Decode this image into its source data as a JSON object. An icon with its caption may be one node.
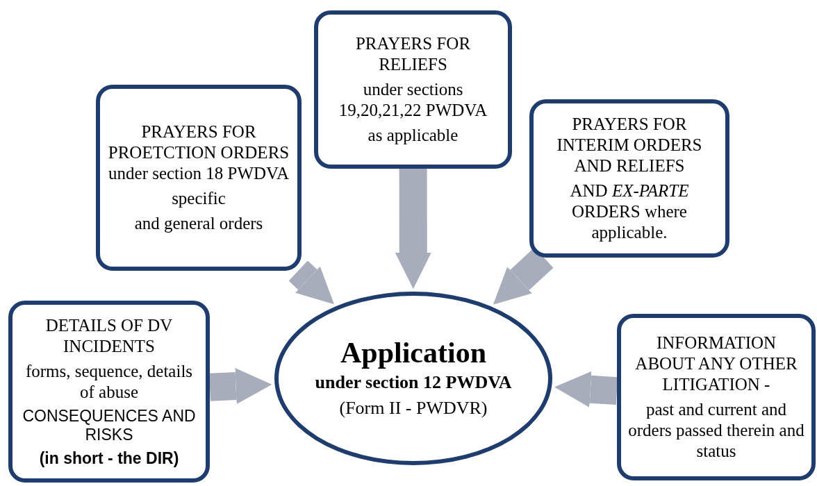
{
  "diagram": {
    "nodes": [
      {
        "text": [
          "PRAYERS FOR RELIEFS",
          "under sections 19,20,21,22 PWDVA",
          "as applicable"
        ]
      },
      {
        "text": [
          "PRAYERS FOR PROETCTION ORDERS under section 18 PWDVA",
          "specific",
          "and general orders"
        ]
      },
      {
        "text": [
          "PRAYERS FOR INTERIM ORDERS AND RELIEFS",
          "AND *EX-PARTE* ORDERS where applicable."
        ]
      },
      {
        "text": [
          "DETAILS OF DV INCIDENTS",
          "forms, sequence, details of abuse",
          "CONSEQUENCES AND RISKS",
          "(in short - the DIR)"
        ]
      },
      {
        "text": [
          "Application",
          "under section 12 PWDVA",
          "(Form II - PWDVR)"
        ]
      },
      {
        "text": [
          "INFORMATION ABOUT ANY OTHER LITIGATION -",
          "past and current and orders passed therein and status"
        ]
      }
    ],
    "edges": [
      {
        "from": 0,
        "to": 4,
        "arrow": "to"
      },
      {
        "from": 1,
        "to": 4,
        "arrow": "to"
      },
      {
        "from": 2,
        "to": 4,
        "arrow": "to"
      },
      {
        "from": 3,
        "to": 4,
        "arrow": "to"
      },
      {
        "from": 5,
        "to": 4,
        "arrow": "to"
      }
    ]
  }
}
